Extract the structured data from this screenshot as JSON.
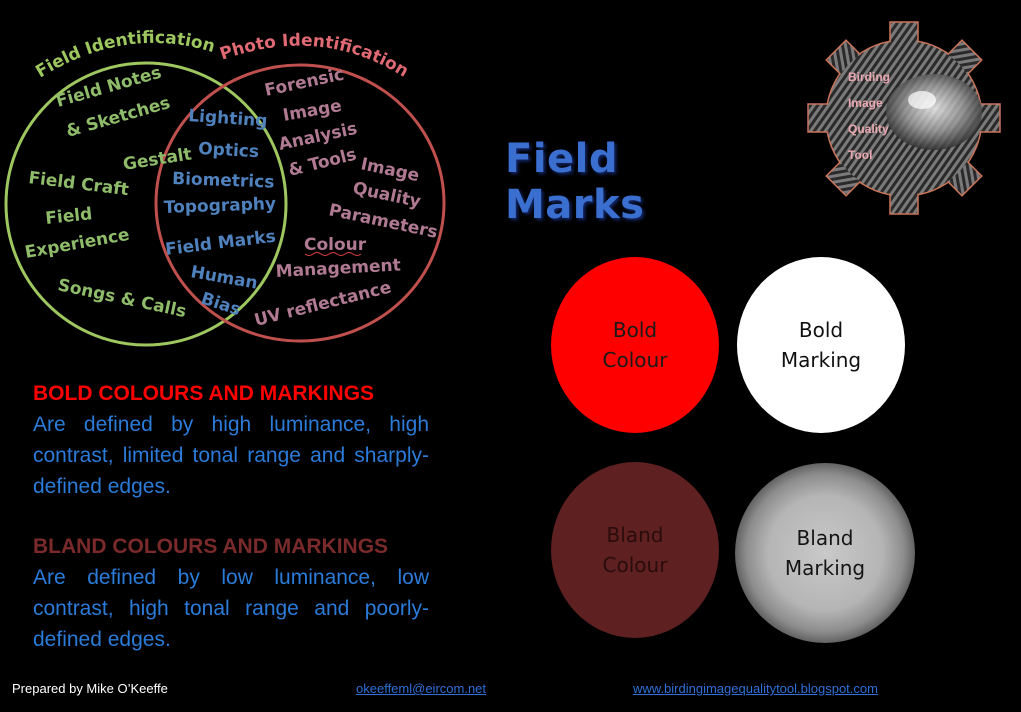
{
  "venn": {
    "left_set_title": "Field Identification",
    "right_set_title": "Photo Identification",
    "left_items": [
      "Field Notes",
      "& Sketches",
      "Gestalt",
      "Field Craft",
      "Field",
      "Experience",
      "Songs & Calls"
    ],
    "overlap_items": [
      "Lighting",
      "Optics",
      "Biometrics",
      "Topography",
      "Field Marks",
      "Human",
      "Bias"
    ],
    "right_items": [
      "Forensic",
      "Image",
      "Analysis",
      "& Tools",
      "Image",
      "Quality",
      "Parameters",
      "Colour",
      "Management",
      "UV reflectance"
    ],
    "colors": {
      "left": "#9ec760",
      "right": "#c0504d",
      "overlap": "#4f81bd",
      "left_text": "#8fbc6a",
      "right_text": "#b07a92"
    }
  },
  "title": "Field Marks",
  "logo": {
    "line1": "Birding",
    "line2": "Image",
    "line3": "Quality",
    "line4": "Tool"
  },
  "swatches": {
    "bold_colour": [
      "Bold",
      "Colour"
    ],
    "bold_marking": [
      "Bold",
      "Marking"
    ],
    "bland_colour": [
      "Bland",
      "Colour"
    ],
    "bland_marking": [
      "Bland",
      "Marking"
    ]
  },
  "bold_section": {
    "heading": "BOLD COLOURS AND MARKINGS",
    "body": "Are defined by high luminance, high contrast, limited tonal range and sharply-defined edges.",
    "heading_color": "#ff0000"
  },
  "bland_section": {
    "heading": "BLAND COLOURS AND MARKINGS",
    "body": "Are defined by low luminance, low contrast, high tonal range and poorly-defined edges.",
    "heading_color": "#7a2a2a"
  },
  "footer": {
    "credit": "Prepared by Mike O’Keeffe",
    "email": "okeeffeml@eircom.net",
    "website": "www.birdingimagequalitytool.blogspot.com"
  }
}
